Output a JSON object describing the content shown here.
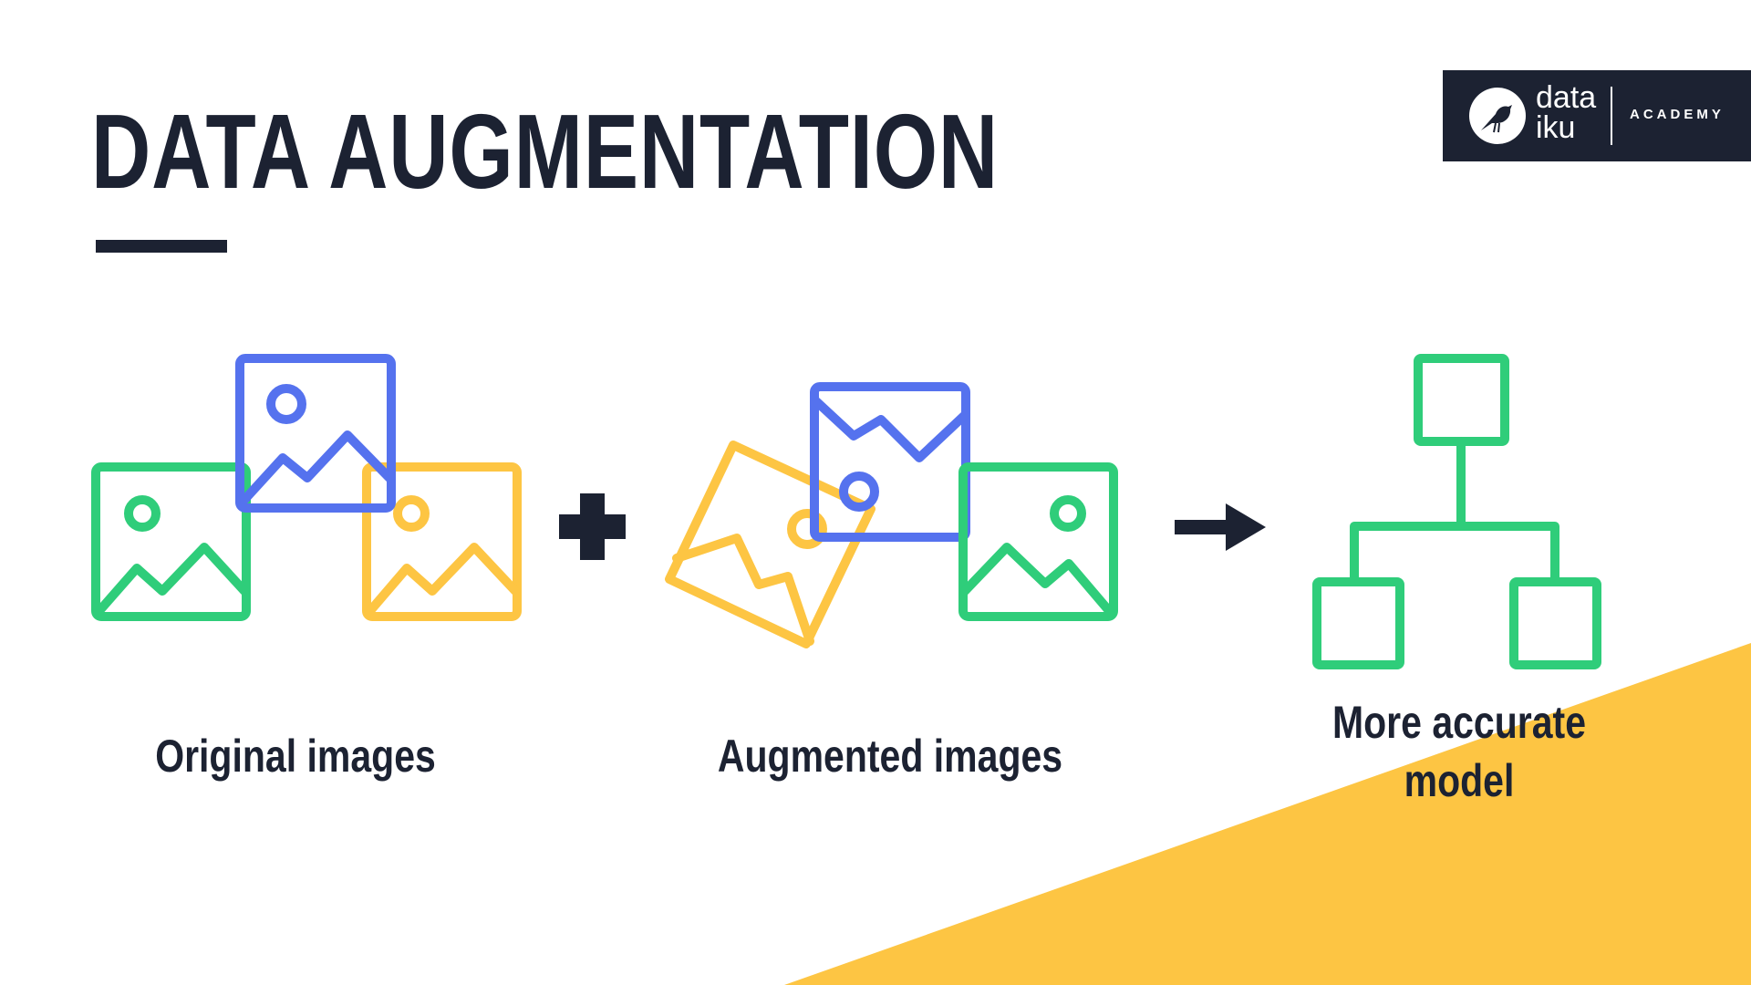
{
  "title": "DATA AUGMENTATION",
  "brand": {
    "line1": "data",
    "line2": "iku",
    "product": "ACADEMY",
    "logo_icon": "bird-icon"
  },
  "captions": {
    "original": "Original images",
    "augmented": "Augmented images",
    "accurate_line1": "More accurate",
    "accurate_line2": "model"
  },
  "operators": {
    "plus_icon": "plus-icon",
    "arrow_icon": "arrow-right-icon"
  },
  "colors": {
    "dark": "#1c2232",
    "green": "#2fcd7a",
    "blue": "#5572ee",
    "yellow": "#fdc543",
    "background": "#ffffff"
  }
}
